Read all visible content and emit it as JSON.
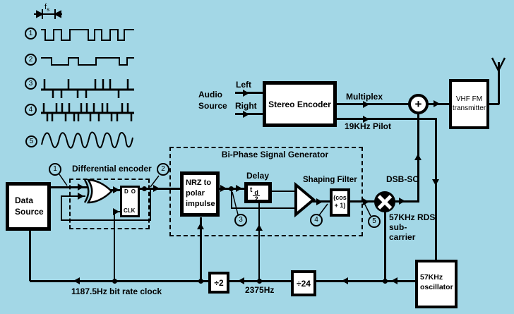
{
  "colors": {
    "background": "#A3D7E6",
    "ink": "#000000",
    "block_fill": "#FFFFFF"
  },
  "markers": {
    "fs_f": "f",
    "fs_s": "s",
    "nums": [
      "1",
      "2",
      "3",
      "4",
      "5"
    ]
  },
  "blocks": {
    "data_source": "Data Source",
    "differential_encoder_title": "Differential encoder",
    "ff_d": "D",
    "ff_q": "O",
    "ff_clk": "CLK",
    "biphase_title": "Bi-Phase Signal Generator",
    "nrz_l1": "NRZ to",
    "nrz_l2": "polar",
    "nrz_l3": "impulse",
    "delay_title": "Delay",
    "delay_t": "t",
    "delay_sub": "d",
    "delay_den": "2",
    "shaping_title": "Shaping Filter",
    "shaping_l1": "(cos",
    "shaping_l2": "+ 1)",
    "stereo_encoder": "Stereo Encoder",
    "plus": "+",
    "transmitter_l1": "VHF FM",
    "transmitter_l2": "transmitter",
    "div2": "÷2",
    "div24": "÷24",
    "oscillator_l1": "57KHz",
    "oscillator_l2": "oscillator"
  },
  "labels": {
    "audio_l1": "Audio",
    "audio_l2": "Source",
    "left": "Left",
    "right": "Right",
    "multiplex": "Multiplex",
    "pilot": "19KHz Pilot",
    "dsb": "DSB-SC",
    "subcarrier_l1": "57KHz RDS",
    "subcarrier_l2": "sub-",
    "subcarrier_l3": "carrier",
    "freq2375": "2375Hz",
    "bitrate": "1187.5Hz bit rate clock"
  }
}
